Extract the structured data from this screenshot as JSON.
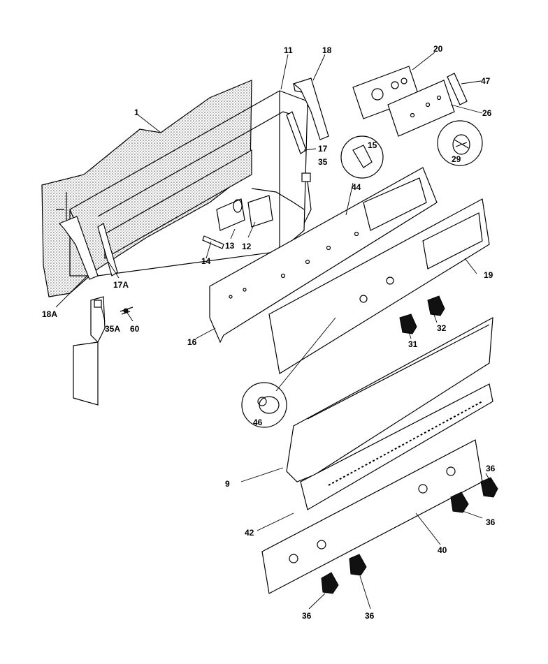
{
  "callouts": {
    "p1": "1",
    "p11": "11",
    "p18": "18",
    "p20": "20",
    "p47": "47",
    "p26": "26",
    "p17": "17",
    "p15": "15",
    "p35": "35",
    "p29": "29",
    "p44": "44",
    "p13": "13",
    "p12": "12",
    "p14": "14",
    "p17A": "17A",
    "p18A": "18A",
    "p35A": "35A",
    "p60": "60",
    "p16": "16",
    "p19": "19",
    "p32": "32",
    "p31": "31",
    "p46": "46",
    "p9": "9",
    "p42": "42",
    "p40": "40",
    "p36a": "36",
    "p36b": "36",
    "p36c": "36",
    "p36d": "36"
  },
  "colors": {
    "line": "#000000",
    "background": "#ffffff",
    "stipple": "#9a9a9a"
  }
}
